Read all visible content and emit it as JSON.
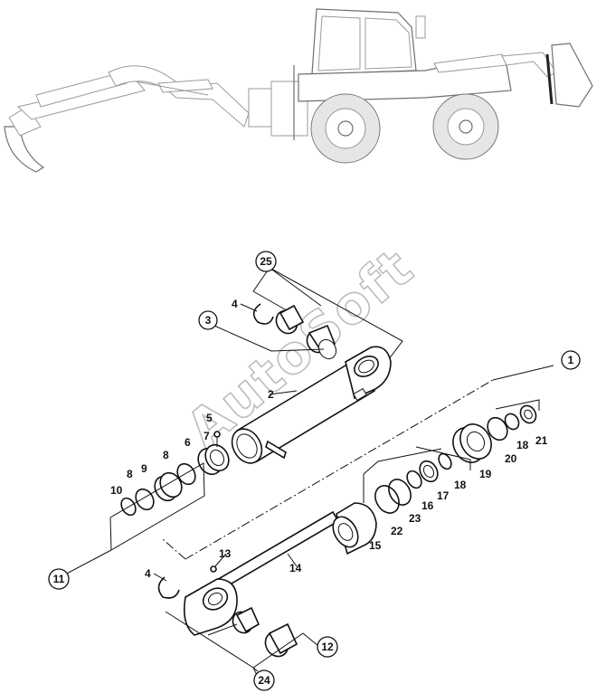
{
  "watermark": "AutoSoft",
  "callouts": {
    "c1": "1",
    "c11": "11",
    "c12": "12",
    "c24": "24",
    "c25": "25",
    "c3": "3"
  },
  "labels": {
    "l2": "2",
    "l4a": "4",
    "l4b": "4",
    "l5": "5",
    "l6": "6",
    "l7": "7",
    "l8a": "8",
    "l8b": "8",
    "l9": "9",
    "l10": "10",
    "l13": "13",
    "l14": "14",
    "l15": "15",
    "l16": "16",
    "l17": "17",
    "l18a": "18",
    "l18b": "18",
    "l19": "19",
    "l20": "20",
    "l21": "21",
    "l22": "22",
    "l23": "23"
  }
}
